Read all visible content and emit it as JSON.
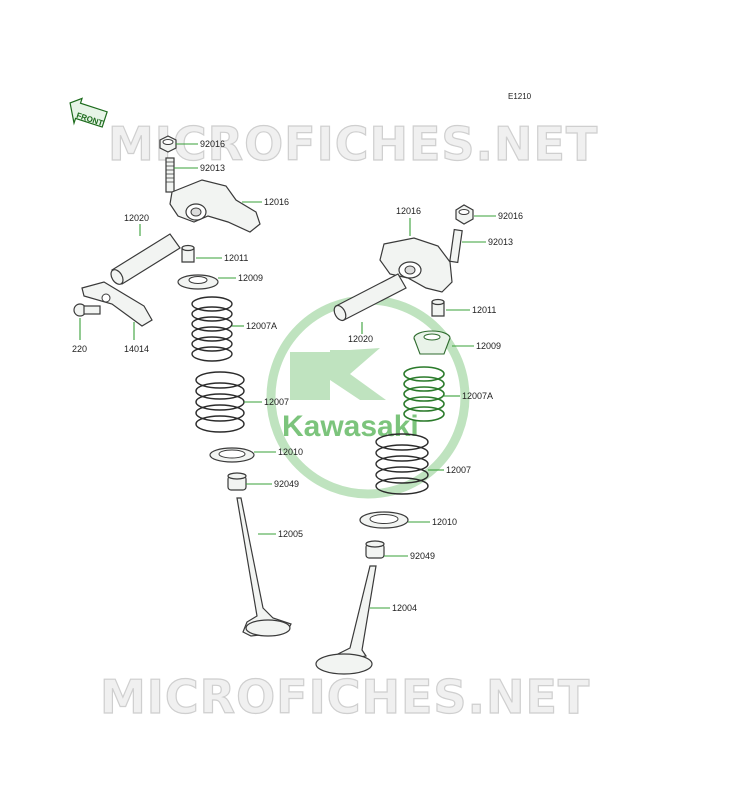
{
  "diagram": {
    "id": "E1210",
    "front_label": "FRONT",
    "watermarks": [
      "MICROFICHES.NET",
      "MICROFICHES.NET"
    ],
    "brand_logo_text": "Kawasaki",
    "colors": {
      "accent": "#3aa03a",
      "logo": "#7cc47c",
      "ink": "#222222"
    },
    "labels": {
      "left_92016": "92016",
      "left_92013": "92013",
      "left_12016": "12016",
      "left_12020": "12020",
      "left_12011": "12011",
      "left_12009": "12009",
      "left_220": "220",
      "left_14014": "14014",
      "left_12007A": "12007A",
      "left_12007": "12007",
      "left_12010": "12010",
      "left_92049": "92049",
      "left_12005": "12005",
      "right_12016": "12016",
      "right_92016": "92016",
      "right_92013": "92013",
      "right_12011": "12011",
      "right_12020": "12020",
      "right_12009": "12009",
      "right_12007A": "12007A",
      "right_12007": "12007",
      "right_12010": "12010",
      "right_92049": "92049",
      "right_12004": "12004"
    }
  }
}
